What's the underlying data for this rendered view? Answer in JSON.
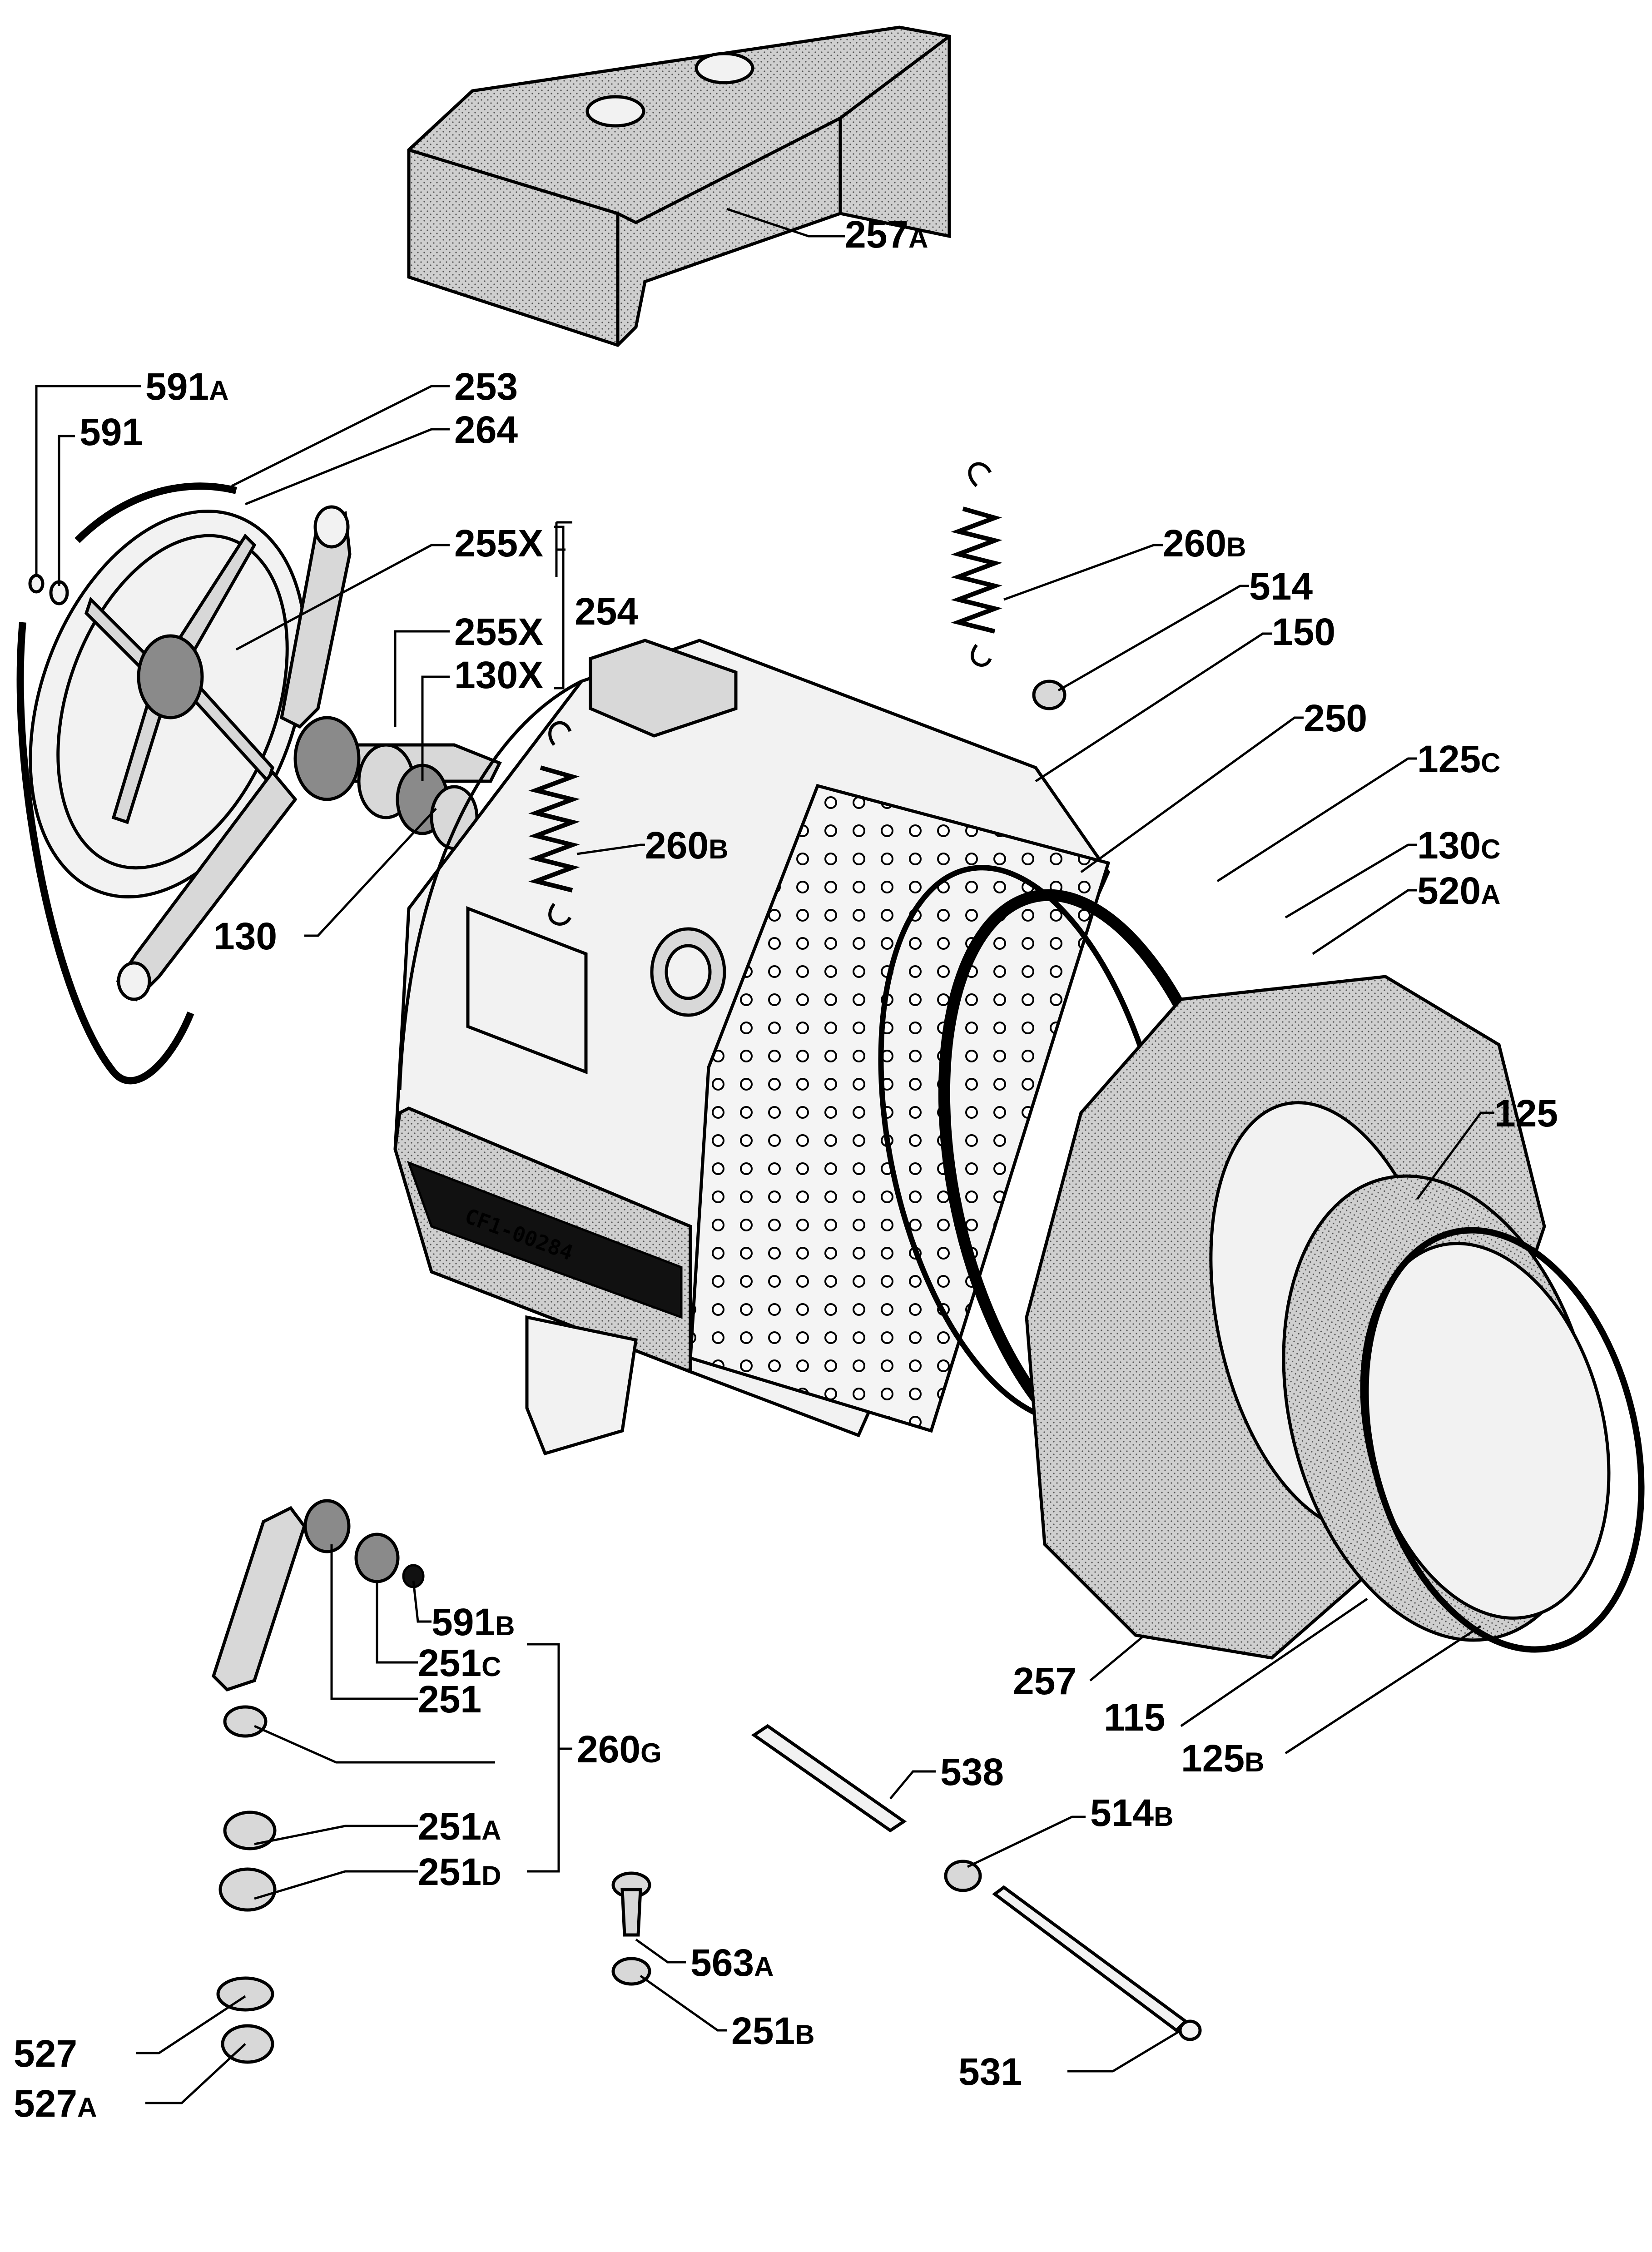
{
  "diagram": {
    "stamp": "CF1-00284",
    "labels": {
      "p257A": {
        "num": "257",
        "suffix": "A"
      },
      "p591A": {
        "num": "591",
        "suffix": "A"
      },
      "p591": {
        "num": "591",
        "suffix": ""
      },
      "p253": {
        "num": "253",
        "suffix": ""
      },
      "p264": {
        "num": "264",
        "suffix": ""
      },
      "p255X_1": {
        "num": "255X",
        "suffix": ""
      },
      "p254": {
        "num": "254",
        "suffix": ""
      },
      "p255X_2": {
        "num": "255X",
        "suffix": ""
      },
      "p130X": {
        "num": "130X",
        "suffix": ""
      },
      "p130": {
        "num": "130",
        "suffix": ""
      },
      "p260B_1": {
        "num": "260",
        "suffix": "B"
      },
      "p514": {
        "num": "514",
        "suffix": ""
      },
      "p150": {
        "num": "150",
        "suffix": ""
      },
      "p250": {
        "num": "250",
        "suffix": ""
      },
      "p260B_2": {
        "num": "260",
        "suffix": "B"
      },
      "p125C": {
        "num": "125",
        "suffix": "C"
      },
      "p130C": {
        "num": "130",
        "suffix": "C"
      },
      "p520A": {
        "num": "520",
        "suffix": "A"
      },
      "p125": {
        "num": "125",
        "suffix": ""
      },
      "p591B": {
        "num": "591",
        "suffix": "B"
      },
      "p251C": {
        "num": "251",
        "suffix": "C"
      },
      "p251": {
        "num": "251",
        "suffix": ""
      },
      "p260G": {
        "num": "260",
        "suffix": "G"
      },
      "p251A": {
        "num": "251",
        "suffix": "A"
      },
      "p251D": {
        "num": "251",
        "suffix": "D"
      },
      "p257": {
        "num": "257",
        "suffix": ""
      },
      "p115": {
        "num": "115",
        "suffix": ""
      },
      "p125B": {
        "num": "125",
        "suffix": "B"
      },
      "p538": {
        "num": "538",
        "suffix": ""
      },
      "p514B": {
        "num": "514",
        "suffix": "B"
      },
      "p563A": {
        "num": "563",
        "suffix": "A"
      },
      "p251B": {
        "num": "251",
        "suffix": "B"
      },
      "p527": {
        "num": "527",
        "suffix": ""
      },
      "p527A": {
        "num": "527",
        "suffix": "A"
      },
      "p531": {
        "num": "531",
        "suffix": ""
      }
    }
  }
}
